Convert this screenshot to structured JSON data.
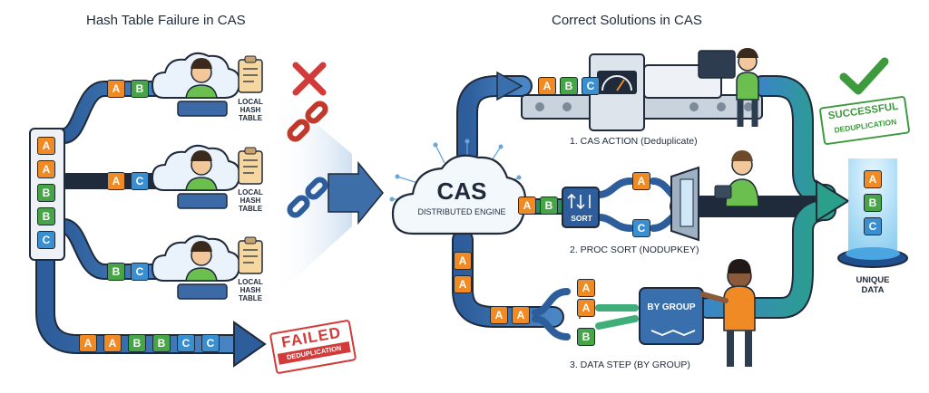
{
  "left": {
    "title": "Hash Table Failure in CAS",
    "hash_table_label": "LOCAL HASH TABLE",
    "input_stack": [
      "A",
      "A",
      "B",
      "B",
      "C"
    ],
    "workers": [
      {
        "boxes": [
          "A",
          "B"
        ]
      },
      {
        "boxes": [
          "A",
          "C"
        ]
      },
      {
        "boxes": [
          "B",
          "C"
        ]
      }
    ],
    "output_boxes": [
      "A",
      "A",
      "B",
      "B",
      "C",
      "C"
    ],
    "failed_stamp": {
      "line1": "FAILED",
      "line2": "DEDUPLICATION"
    }
  },
  "center": {
    "engine_title": "CAS",
    "engine_sub": "DISTRIBUTED ENGINE",
    "flow1_boxes": [
      "A",
      "B",
      "C"
    ],
    "flow2_boxes": [
      "A",
      "B"
    ],
    "flow3_vertical": [
      "A",
      "A"
    ],
    "flow3_boxes": [
      "A",
      "A"
    ]
  },
  "right": {
    "title": "Correct Solutions in CAS",
    "machine_boxes": [
      "A",
      "B",
      "C"
    ],
    "label_action": "1. CAS ACTION (Deduplicate)",
    "label_sort": "2. PROC SORT (NODUPKEY)",
    "label_datastep": "3. DATA STEP (BY GROUP)",
    "sort_label": "SORT",
    "sort_out": [
      "A",
      "C"
    ],
    "bygroup_label": "BY GROUP",
    "bygroup_in": [
      "A",
      "A",
      "B"
    ],
    "bygroup_dots": ":",
    "success_stamp": {
      "line1": "SUCCESSFUL",
      "line2": "DEDUPLICATION"
    },
    "unique_boxes": [
      "A",
      "B",
      "C"
    ],
    "unique_label": "UNIQUE DATA"
  },
  "colors": {
    "arrow_dark": "#2d5d9a",
    "arrow_light": "#6aa5d8",
    "arrow_teal": "#2c9a8a",
    "orange": "#f08a24",
    "green": "#47a447",
    "blue": "#3a8fd0",
    "fail_red": "#d33a3a",
    "success_green": "#3d9a3d"
  }
}
